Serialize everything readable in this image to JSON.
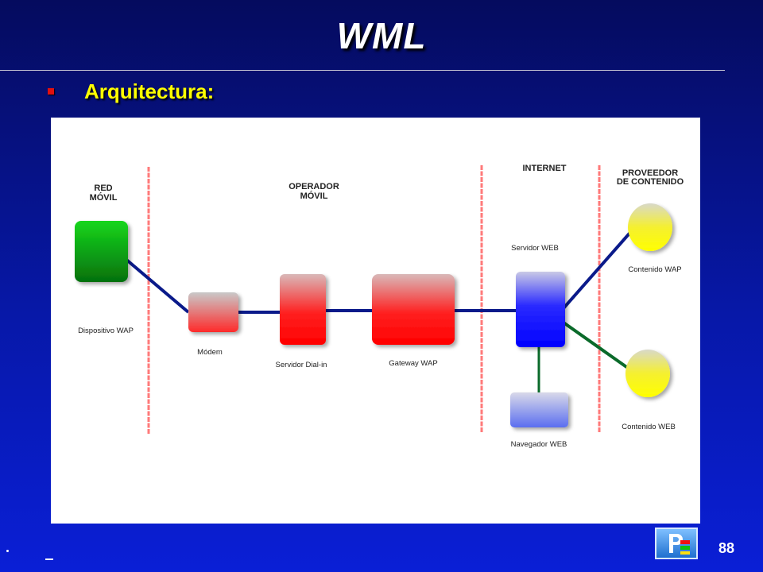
{
  "slide": {
    "title": "WML",
    "bullet": "Arquitectura:",
    "page_number": "88"
  },
  "diagram": {
    "zones": {
      "red_movil": [
        "RED",
        "MÓVIL"
      ],
      "operador_movil": [
        "OPERADOR",
        "MÓVIL"
      ],
      "internet": [
        "INTERNET"
      ],
      "proveedor": [
        "PROVEEDOR",
        "DE CONTENIDO"
      ]
    },
    "nodes": {
      "dispositivo_wap": "Dispositivo WAP",
      "modem": "Módem",
      "servidor_dialin": "Servidor Dial-in",
      "gateway_wap": "Gateway WAP",
      "servidor_web": "Servidor WEB",
      "navegador_web": "Navegador WEB",
      "contenido_wap": "Contenido WAP",
      "contenido_web": "Contenido WEB"
    },
    "colors": {
      "device": "#0a9a1a",
      "server": "#ff1a1a",
      "web_server": "#1a1aff",
      "browser": "#6d7ef0",
      "content": "#f5f01a",
      "link_blue": "#0a1a8a",
      "link_green": "#0a6a2a",
      "divider": "#ff6a6a"
    }
  }
}
